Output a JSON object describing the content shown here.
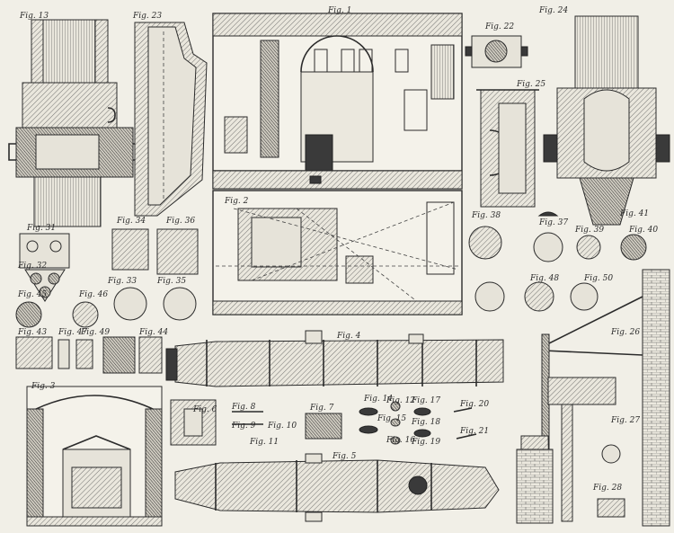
{
  "plate": {
    "figure_labels": [
      "Fig. 13",
      "Fig. 23",
      "Fig. 1",
      "Fig. 22",
      "Fig. 24",
      "Fig. 25",
      "Fig. 2",
      "Fig. 31",
      "Fig. 34",
      "Fig. 36",
      "Fig. 32",
      "Fig. 33",
      "Fig. 35",
      "Fig. 37",
      "Fig. 38",
      "Fig. 39",
      "Fig. 40",
      "Fig. 41",
      "Fig. 43",
      "Fig. 44",
      "Fig. 45",
      "Fig. 46",
      "Fig. 47",
      "Fig. 48",
      "Fig. 49",
      "Fig. 50",
      "Fig. 3",
      "Fig. 4",
      "Fig. 5",
      "Fig. 6",
      "Fig. 7",
      "Fig. 8",
      "Fig. 9",
      "Fig. 10",
      "Fig. 11",
      "Fig. 12",
      "Fig. 14",
      "Fig. 15",
      "Fig. 16",
      "Fig. 17",
      "Fig. 18",
      "Fig. 19",
      "Fig. 20",
      "Fig. 21",
      "Fig. 26",
      "Fig. 27",
      "Fig. 28"
    ]
  },
  "colors": {
    "paper": "#f1efe7",
    "ink": "#2b2b2b"
  }
}
